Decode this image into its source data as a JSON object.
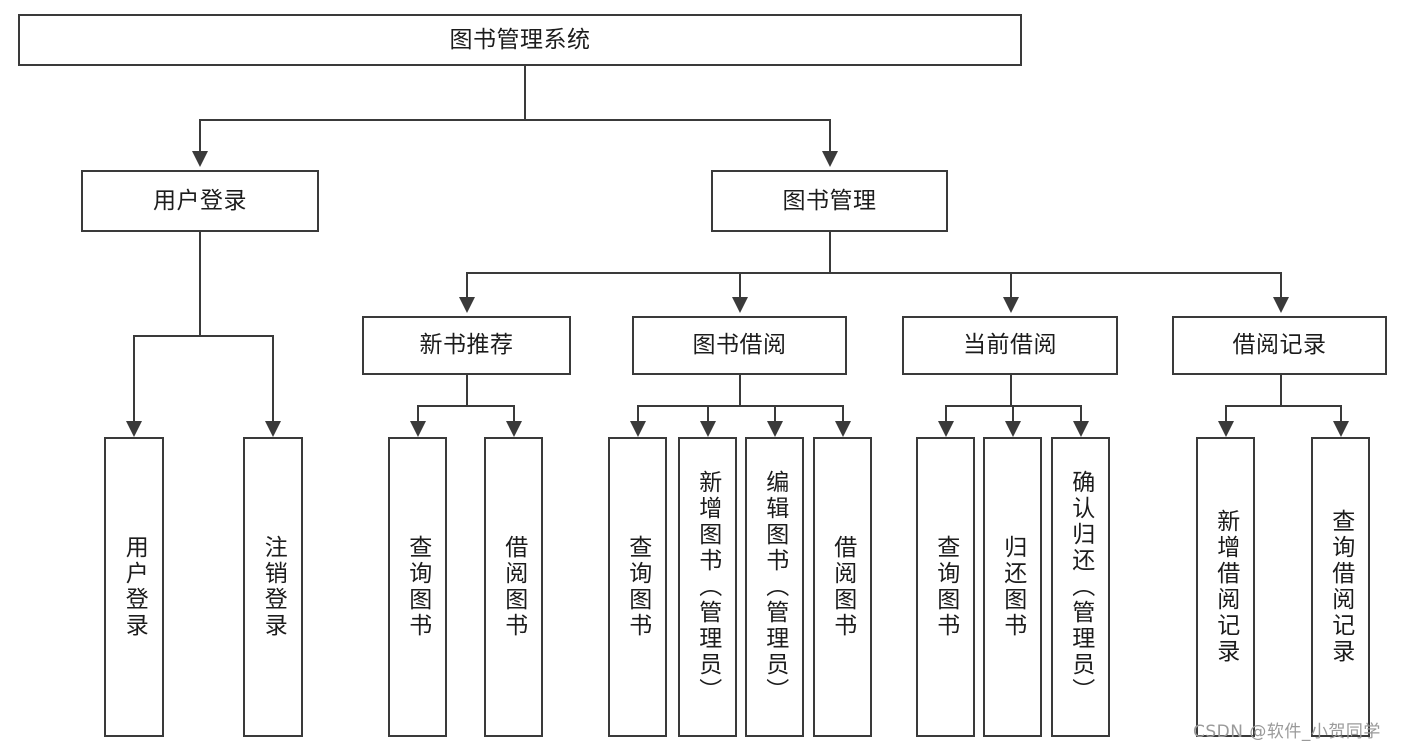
{
  "diagram": {
    "title": "图书管理系统",
    "type": "tree-hierarchy-chart",
    "root": {
      "label": "图书管理系统"
    },
    "level2": [
      {
        "label": "用户登录"
      },
      {
        "label": "图书管理"
      }
    ],
    "level3": [
      {
        "label": "新书推荐"
      },
      {
        "label": "图书借阅"
      },
      {
        "label": "当前借阅"
      },
      {
        "label": "借阅记录"
      }
    ],
    "leaves": {
      "user_login": [
        {
          "label": "用户登录"
        },
        {
          "label": "注销登录"
        }
      ],
      "new_book_recommend": [
        {
          "label": "查询图书"
        },
        {
          "label": "借阅图书"
        }
      ],
      "book_borrow": [
        {
          "label": "查询图书"
        },
        {
          "label": "新增图书（管理员）"
        },
        {
          "label": "编辑图书（管理员）"
        },
        {
          "label": "借阅图书"
        }
      ],
      "current_borrow": [
        {
          "label": "查询图书"
        },
        {
          "label": "归还图书"
        },
        {
          "label": "确认归还（管理员）"
        }
      ],
      "borrow_records": [
        {
          "label": "新增借阅记录"
        },
        {
          "label": "查询借阅记录"
        }
      ]
    }
  },
  "watermark": {
    "text": "CSDN @软件_小贺同学"
  },
  "colors": {
    "background": "#ffffff",
    "border": "#3a3a3a",
    "text": "#1c1c1c",
    "watermark": "#9a9a9a"
  }
}
